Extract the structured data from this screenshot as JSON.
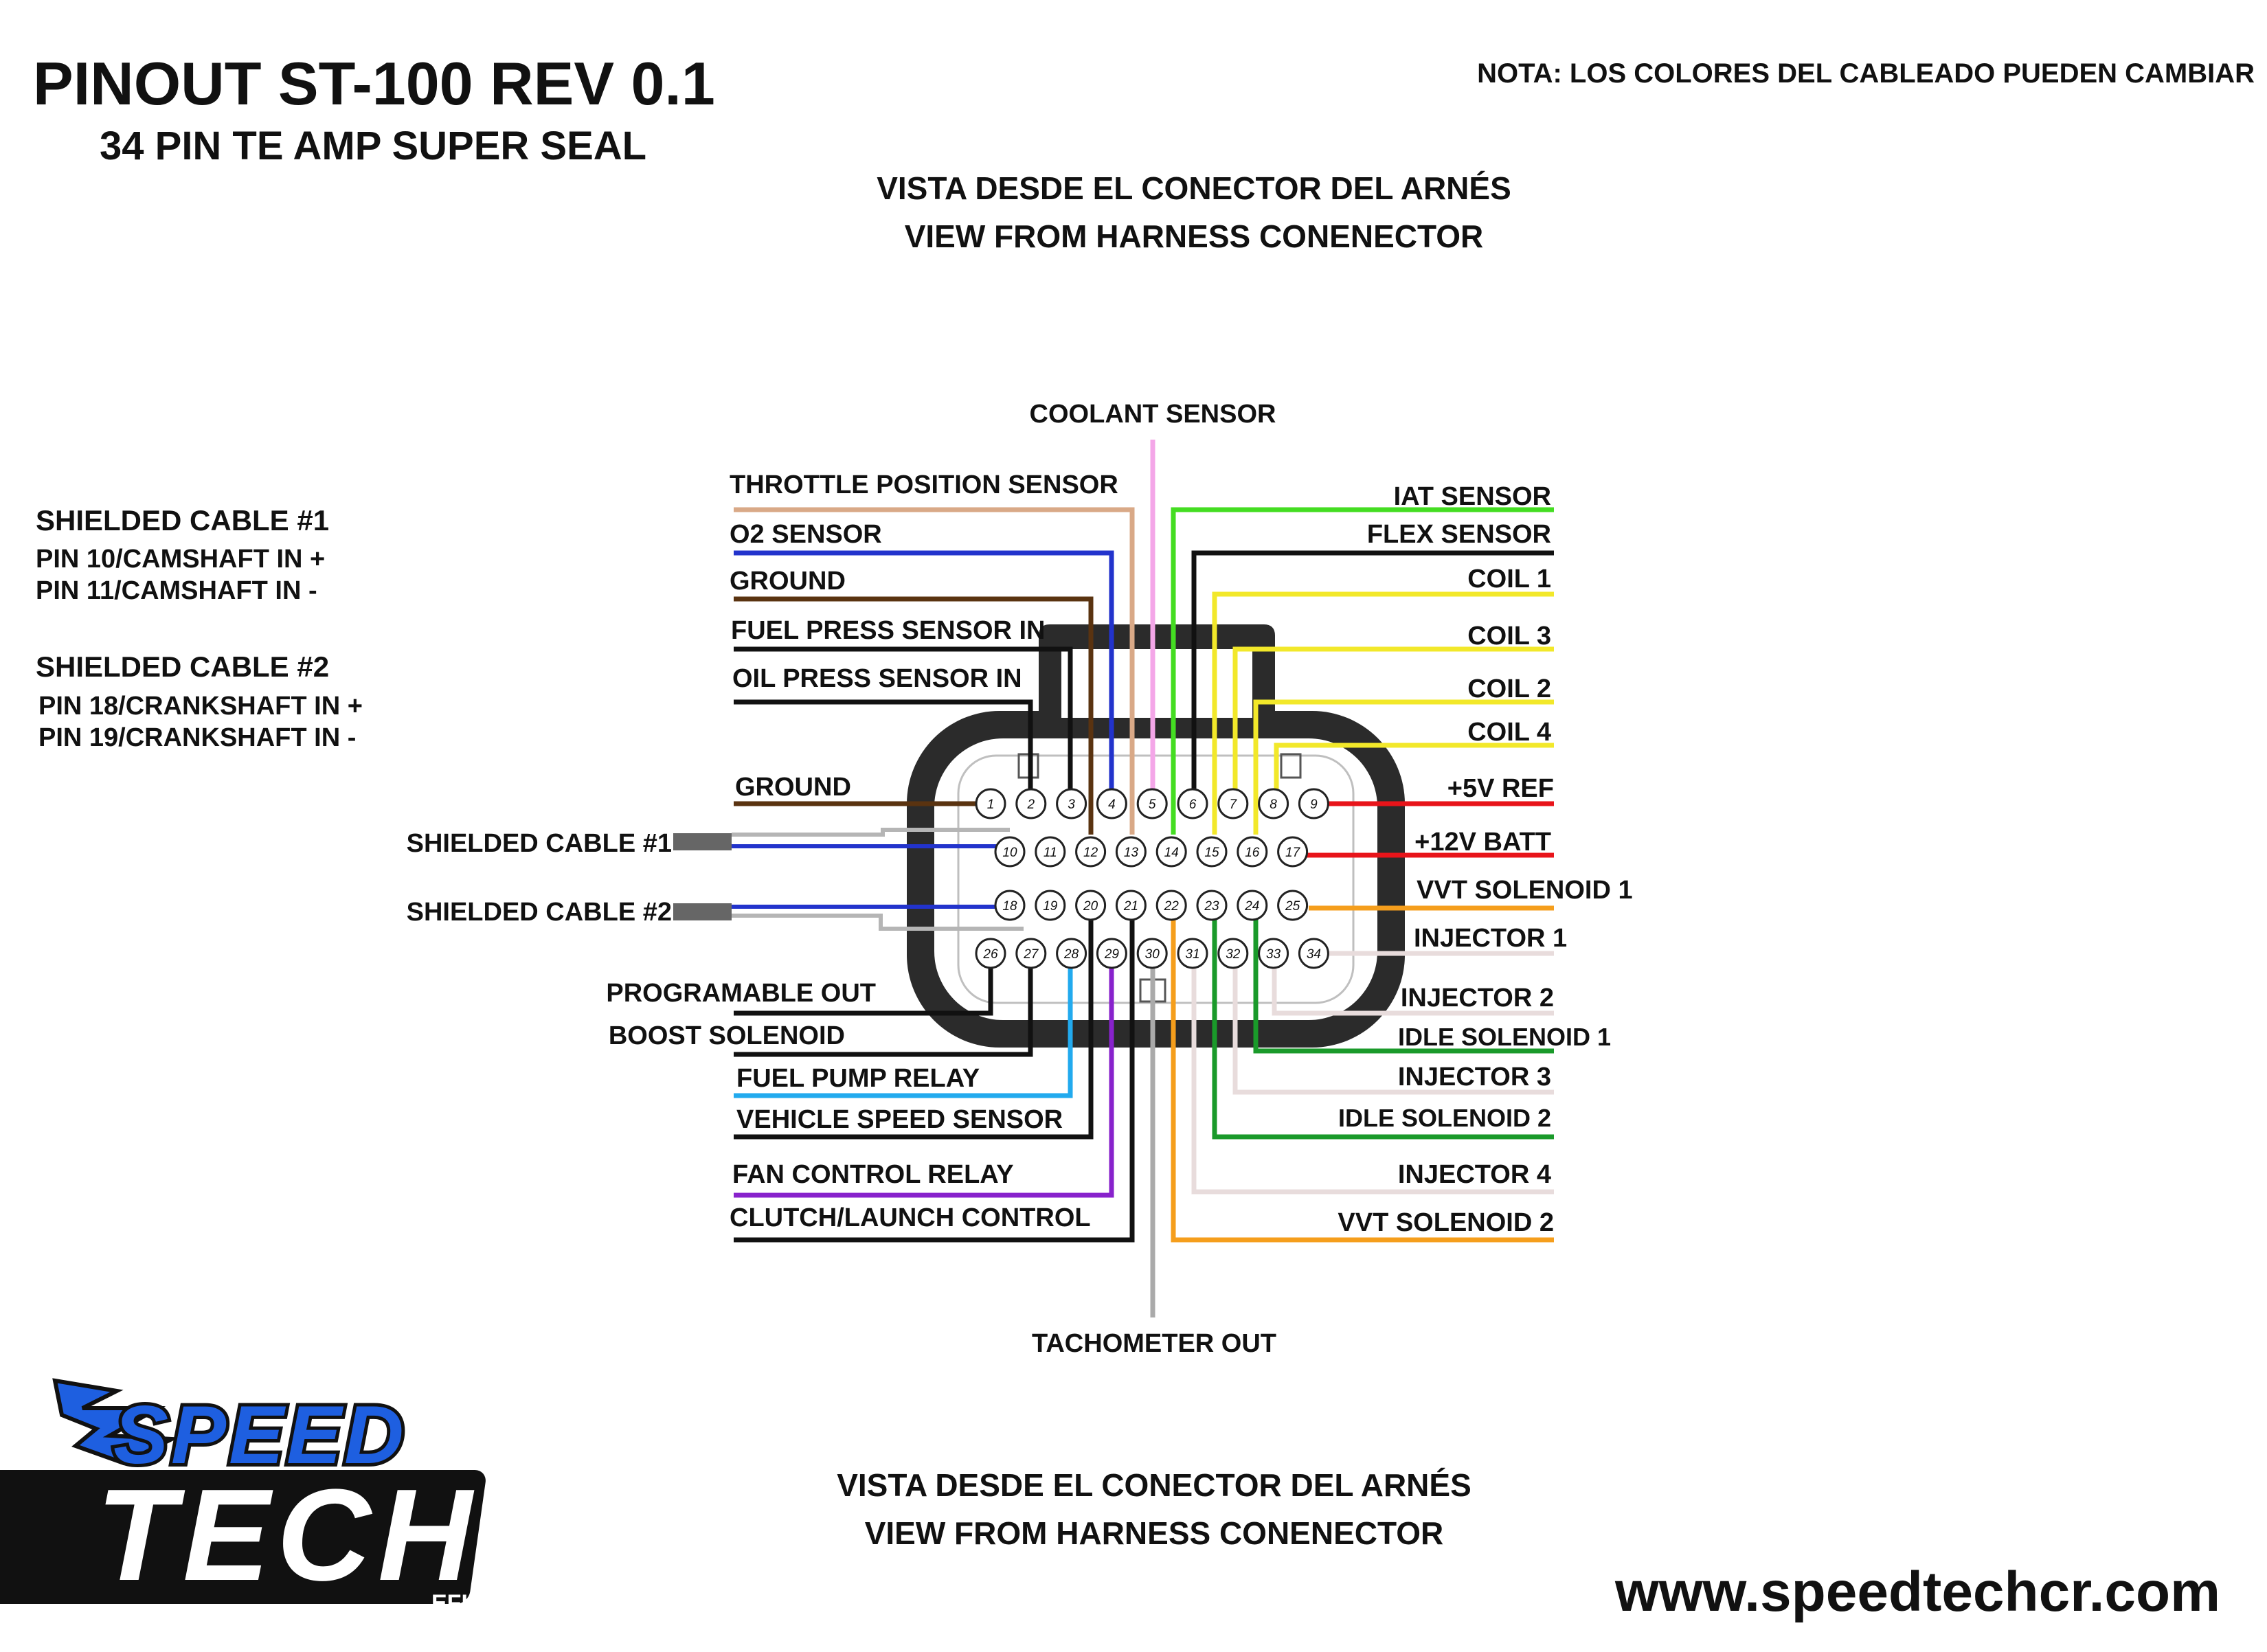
{
  "header": {
    "title": "PINOUT ST-100 REV 0.1",
    "subtitle": "34 PIN TE AMP SUPER SEAL",
    "note": "NOTA: LOS COLORES DEL CABLEADO PUEDEN CAMBIAR"
  },
  "view_top": {
    "line1": "VISTA DESDE EL CONECTOR DEL ARNÉS",
    "line2": "VIEW FROM HARNESS CONENECTOR"
  },
  "view_bottom": {
    "line1": "VISTA DESDE EL CONECTOR DEL ARNÉS",
    "line2": "VIEW FROM HARNESS CONENECTOR"
  },
  "shielded_info": {
    "c1_title": "SHIELDED CABLE #1",
    "c1_line1": "PIN 10/CAMSHAFT IN +",
    "c1_line2": "PIN 11/CAMSHAFT IN -",
    "c2_title": "SHIELDED CABLE #2",
    "c2_line1": "PIN 18/CRANKSHAFT IN +",
    "c2_line2": "PIN 19/CRANKSHAFT IN -"
  },
  "shielded_cable_1_label": "SHIELDED CABLE #1",
  "shielded_cable_2_label": "SHIELDED CABLE #2",
  "pins": {
    "row1": [
      "1",
      "2",
      "3",
      "4",
      "5",
      "6",
      "7",
      "8",
      "9"
    ],
    "row2": [
      "10",
      "11",
      "12",
      "13",
      "14",
      "15",
      "16",
      "17"
    ],
    "row3": [
      "18",
      "19",
      "20",
      "21",
      "22",
      "23",
      "24",
      "25"
    ],
    "row4": [
      "26",
      "27",
      "28",
      "29",
      "30",
      "31",
      "32",
      "33",
      "34"
    ]
  },
  "wires": {
    "coolant_sensor": {
      "label": "COOLANT SENSOR",
      "color": "#f4a6e8"
    },
    "throttle_position_sensor": {
      "label": "THROTTLE POSITION SENSOR",
      "color": "#d9a987"
    },
    "o2_sensor": {
      "label": "O2 SENSOR",
      "color": "#2233cc"
    },
    "ground_top": {
      "label": "GROUND",
      "color": "#5a3310"
    },
    "fuel_press_sensor_in": {
      "label": "FUEL PRESS SENSOR IN",
      "color": "#111111"
    },
    "oil_press_sensor_in": {
      "label": "OIL PRESS SENSOR IN",
      "color": "#111111"
    },
    "ground_left": {
      "label": "GROUND",
      "color": "#5a3310"
    },
    "iat_sensor": {
      "label": "IAT SENSOR",
      "color": "#44dd22"
    },
    "flex_sensor": {
      "label": "FLEX SENSOR",
      "color": "#111111"
    },
    "coil_1": {
      "label": "COIL 1",
      "color": "#f2e82a"
    },
    "coil_3": {
      "label": "COIL 3",
      "color": "#f2e82a"
    },
    "coil_2": {
      "label": "COIL 2",
      "color": "#f2e82a"
    },
    "coil_4": {
      "label": "COIL 4",
      "color": "#f2e82a"
    },
    "plus_5v_ref": {
      "label": "+5V REF",
      "color": "#e8141a"
    },
    "plus_12v_batt": {
      "label": "+12V BATT",
      "color": "#e8141a"
    },
    "vvt_solenoid_1": {
      "label": "VVT SOLENOID 1",
      "color": "#f59e1c"
    },
    "injector_1": {
      "label": "INJECTOR 1",
      "color": "#e8dcdc"
    },
    "injector_2": {
      "label": "INJECTOR 2",
      "color": "#e8dcdc"
    },
    "idle_solenoid_1": {
      "label": "IDLE SOLENOID 1",
      "color": "#1a9a2a"
    },
    "injector_3": {
      "label": "INJECTOR 3",
      "color": "#e8dcdc"
    },
    "idle_solenoid_2": {
      "label": "IDLE SOLENOID 2",
      "color": "#1a9a2a"
    },
    "injector_4": {
      "label": "INJECTOR 4",
      "color": "#e8dcdc"
    },
    "vvt_solenoid_2": {
      "label": "VVT SOLENOID 2",
      "color": "#f59e1c"
    },
    "programable_out": {
      "label": "PROGRAMABLE OUT",
      "color": "#111111"
    },
    "boost_solenoid": {
      "label": "BOOST SOLENOID",
      "color": "#111111"
    },
    "fuel_pump_relay": {
      "label": "FUEL PUMP RELAY",
      "color": "#22aaee"
    },
    "vehicle_speed_sensor": {
      "label": "VEHICLE SPEED SENSOR",
      "color": "#111111"
    },
    "fan_control_relay": {
      "label": "FAN CONTROL RELAY",
      "color": "#8822cc"
    },
    "clutch_launch_control": {
      "label": "CLUTCH/LAUNCH CONTROL",
      "color": "#111111"
    },
    "tachometer_out": {
      "label": "TACHOMETER OUT",
      "color": "#aaaaaa"
    }
  },
  "shield_colors": {
    "outer": "#b5b5b5",
    "lead": "#666666",
    "core": "#2233cc"
  },
  "logo": {
    "word1": "SPEED",
    "word2": "TECH",
    "tagline": "EFI SOLUTIONS"
  },
  "website": "www.speedtechcr.com"
}
